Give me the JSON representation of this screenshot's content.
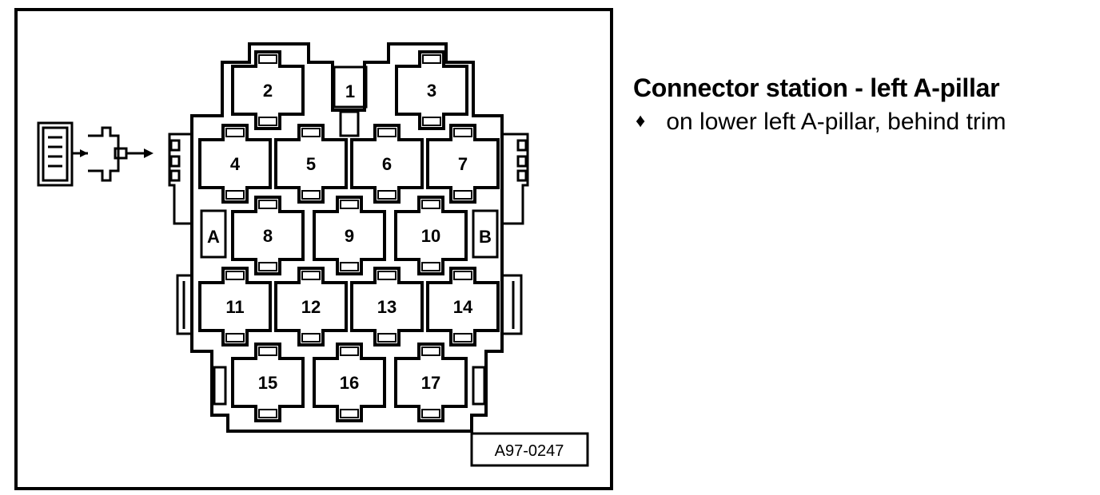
{
  "heading": "Connector station - left A-pillar",
  "bullet": {
    "symbol": "♦",
    "text": "on lower left A-pillar, behind trim"
  },
  "figure_code": "A97-0247",
  "side_labels": {
    "left": "A",
    "right": "B"
  },
  "slots": [
    "1",
    "2",
    "3",
    "4",
    "5",
    "6",
    "7",
    "8",
    "9",
    "10",
    "11",
    "12",
    "13",
    "14",
    "15",
    "16",
    "17"
  ],
  "colors": {
    "line": "#000000",
    "background": "#ffffff"
  }
}
